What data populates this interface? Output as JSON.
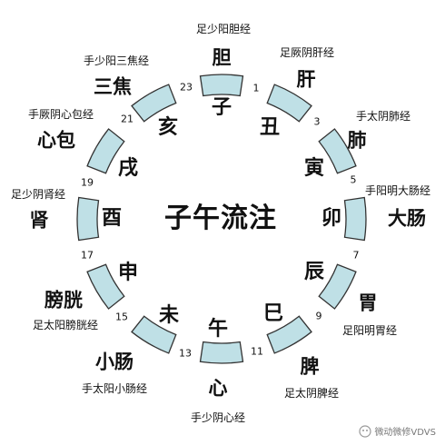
{
  "title": "子午流注",
  "segment_color": "#bfe0e6",
  "segment_stroke": "#333333",
  "hour_marks": [
    "1",
    "3",
    "5",
    "7",
    "9",
    "11",
    "13",
    "15",
    "17",
    "19",
    "21",
    "23"
  ],
  "branches": [
    "子",
    "丑",
    "寅",
    "卯",
    "辰",
    "巳",
    "午",
    "未",
    "申",
    "酉",
    "戌",
    "亥"
  ],
  "organs": [
    "胆",
    "肝",
    "肺",
    "大肠",
    "胃",
    "脾",
    "心",
    "小肠",
    "膀胱",
    "肾",
    "心包",
    "三焦"
  ],
  "meridians": [
    "足少阳胆经",
    "足厥阴肝经",
    "手太阴肺经",
    "手阳明大肠经",
    "足阳明胃经",
    "足太阴脾经",
    "手少阴心经",
    "手太阳小肠经",
    "足太阳膀胱经",
    "足少阴肾经",
    "手厥阴心包经",
    "手少阳三焦经"
  ],
  "watermark": "微动微修VDVS"
}
